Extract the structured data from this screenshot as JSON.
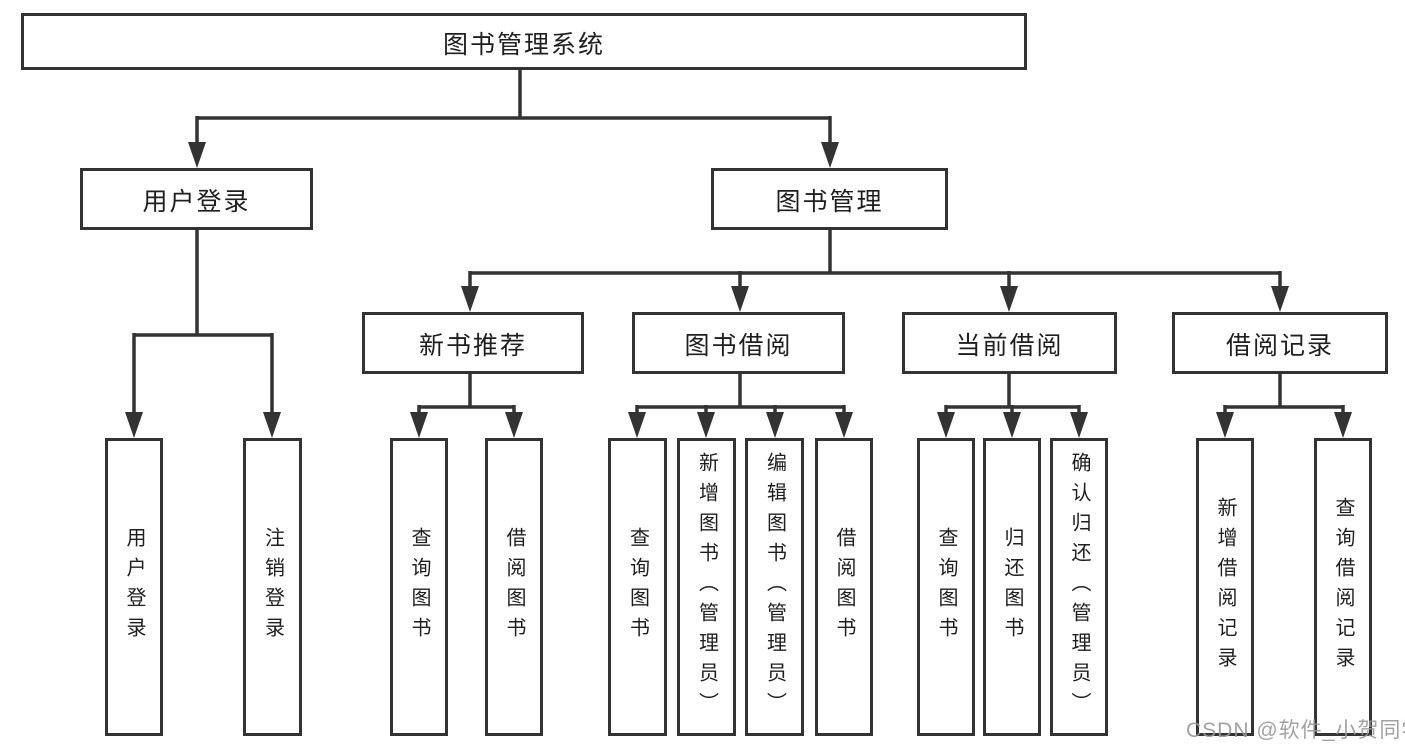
{
  "tree": {
    "label": "图书管理系统",
    "children": [
      {
        "label": "用户登录",
        "children": [
          {
            "label": "用户登录"
          },
          {
            "label": "注销登录"
          }
        ]
      },
      {
        "label": "图书管理",
        "children": [
          {
            "label": "新书推荐",
            "children": [
              {
                "label": "查询图书"
              },
              {
                "label": "借阅图书"
              }
            ]
          },
          {
            "label": "图书借阅",
            "children": [
              {
                "label": "查询图书"
              },
              {
                "label": "新增图书（管理员）"
              },
              {
                "label": "编辑图书（管理员）"
              },
              {
                "label": "借阅图书"
              }
            ]
          },
          {
            "label": "当前借阅",
            "children": [
              {
                "label": "查询图书"
              },
              {
                "label": "归还图书"
              },
              {
                "label": "确认归还（管理员）"
              }
            ]
          },
          {
            "label": "借阅记录",
            "children": [
              {
                "label": "新增借阅记录"
              },
              {
                "label": "查询借阅记录"
              }
            ]
          }
        ]
      }
    ]
  },
  "watermark": "CSDN @软件_小贺同学",
  "colors": {
    "line": "#333333",
    "border": "#333333",
    "text": "#1f1f1f",
    "watermark": "#999999",
    "background": "#ffffff"
  }
}
